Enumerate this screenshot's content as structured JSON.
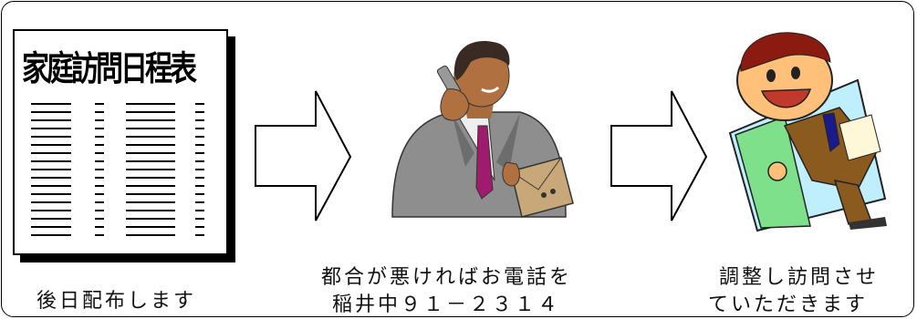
{
  "document": {
    "title": "家庭訪問日程表",
    "caption": "後日配布します"
  },
  "step2": {
    "caption_line1": "都合が悪ければお電話を",
    "caption_line2": "稲井中９１－２３１４"
  },
  "step3": {
    "caption_line1": "調整し訪問させ",
    "caption_line2": "ていただきます"
  },
  "icons": [
    "document-icon",
    "arrow-right-icon",
    "businessman-phone-icon",
    "arrow-right-icon",
    "visitor-at-door-icon"
  ],
  "colors": {
    "suit": "#8a8a8a",
    "tie": "#a01b6e",
    "envelope": "#c8a878",
    "door": "#7ee08a",
    "jacket": "#8b5a1e",
    "face": "#ffc07a",
    "hair": "#8b1a10"
  }
}
